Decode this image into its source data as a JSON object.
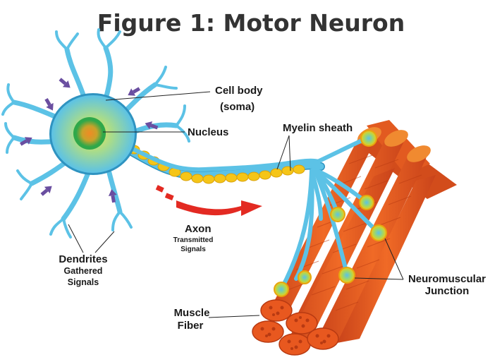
{
  "title": "Figure 1: Motor Neuron",
  "labels": {
    "cell_body": "Cell body",
    "cell_body_sub": "(soma)",
    "nucleus": "Nucleus",
    "myelin_sheath": "Myelin sheath",
    "axon": "Axon",
    "axon_sub_1": "Transmitted",
    "axon_sub_2": "Signals",
    "dendrites": "Dendrites",
    "dendrites_sub_1": "Gathered",
    "dendrites_sub_2": "Signals",
    "neuromuscular_1": "Neuromuscular",
    "neuromuscular_2": "Junction",
    "muscle_1": "Muscle",
    "muscle_2": "Fiber"
  },
  "colors": {
    "neuron": "#5cc2e6",
    "neuron_outline": "#2f93c0",
    "myelin": "#f5c518",
    "muscle": "#e8581f",
    "muscle_dark": "#b83a12",
    "signal_arrow": "#e32a22",
    "dendrite_arrow": "#6a4ea0",
    "nucleus_outer": "#2fa84a",
    "nucleus_inner": "#f08a24"
  }
}
